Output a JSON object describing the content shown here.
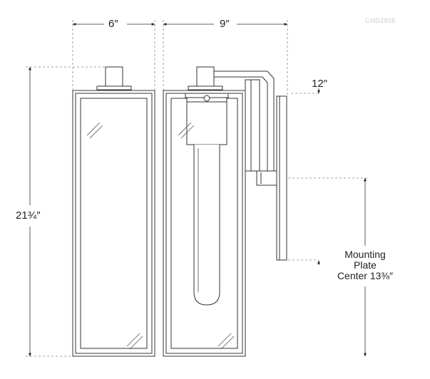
{
  "product_code": "CHD2935",
  "dimensions": {
    "width_front": "6″",
    "width_side": "9″",
    "height": "21¾″",
    "depth": "12″"
  },
  "mounting_label": {
    "line1": "Mounting",
    "line2": "Plate",
    "line3": "Center 13⅜″"
  }
}
